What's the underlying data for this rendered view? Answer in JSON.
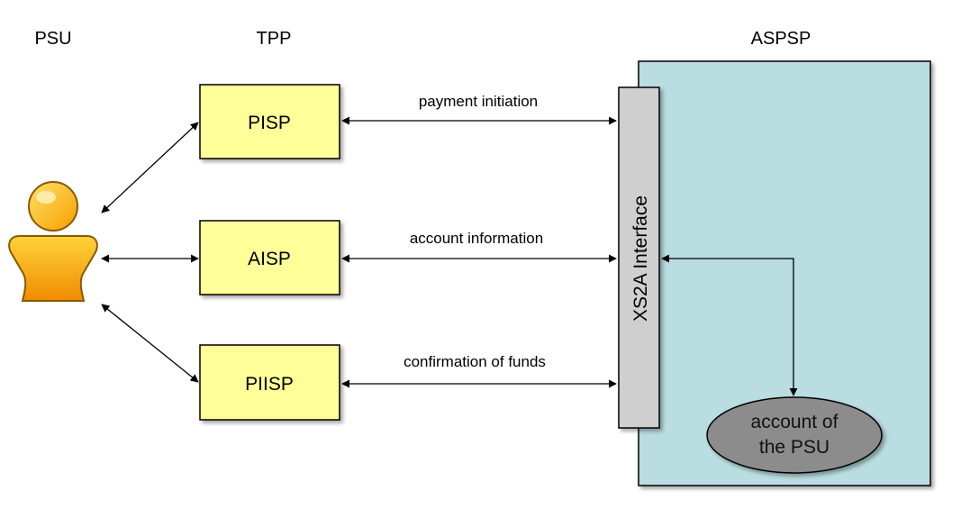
{
  "columns": {
    "psu": "PSU",
    "tpp": "TPP",
    "aspsp": "ASPSP"
  },
  "tpp_boxes": {
    "pisp": "PISP",
    "aisp": "AISP",
    "piisp": "PIISP"
  },
  "edges": {
    "payment_initiation": "payment initiation",
    "account_information": "account information",
    "confirmation_of_funds": "confirmation of funds"
  },
  "interface": {
    "label": "XS2A Interface"
  },
  "account": {
    "line1": "account of",
    "line2": "the PSU"
  },
  "colors": {
    "tpp_box_fill": "#ffff99",
    "aspsp_fill": "#b9dde1",
    "interface_fill": "#cfcfcf",
    "account_fill": "#8c8c8c",
    "psu_yellow": "#fcc419",
    "psu_orange": "#f08c00"
  }
}
